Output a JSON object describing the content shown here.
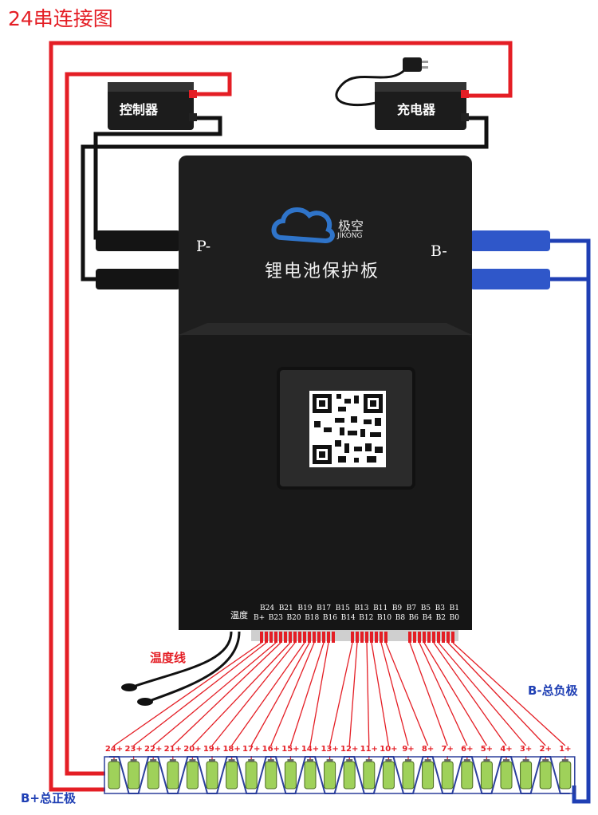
{
  "title": "24串连接图",
  "controller": {
    "label": "控制器"
  },
  "charger": {
    "label": "充电器"
  },
  "bms": {
    "brand_cn": "极空",
    "brand_en": "JIKONG",
    "name": "锂电池保护板",
    "port_left": "P-",
    "port_right": "B-",
    "temp_label": "温度",
    "pins_top": [
      "B24",
      "B21",
      "B19",
      "B17",
      "B15",
      "B13",
      "B11",
      "B9",
      "B7",
      "B5",
      "B3",
      "B1"
    ],
    "pins_bottom": [
      "B+",
      "B23",
      "B20",
      "B18",
      "B16",
      "B14",
      "B12",
      "B10",
      "B8",
      "B6",
      "B4",
      "B2",
      "B0"
    ]
  },
  "temp_wire_label": "温度线",
  "neg_label": "B-总负极",
  "pos_label": "B+总正极",
  "cells": [
    "24+",
    "23+",
    "22+",
    "21+",
    "20+",
    "19+",
    "18+",
    "17+",
    "16+",
    "15+",
    "14+",
    "13+",
    "12+",
    "11+",
    "10+",
    "9+",
    "8+",
    "7+",
    "6+",
    "5+",
    "4+",
    "3+",
    "2+",
    "1+"
  ],
  "colors": {
    "red": "#e41e25",
    "blue": "#1f3fb4",
    "black": "#111111",
    "cell": "#9fd15a"
  }
}
